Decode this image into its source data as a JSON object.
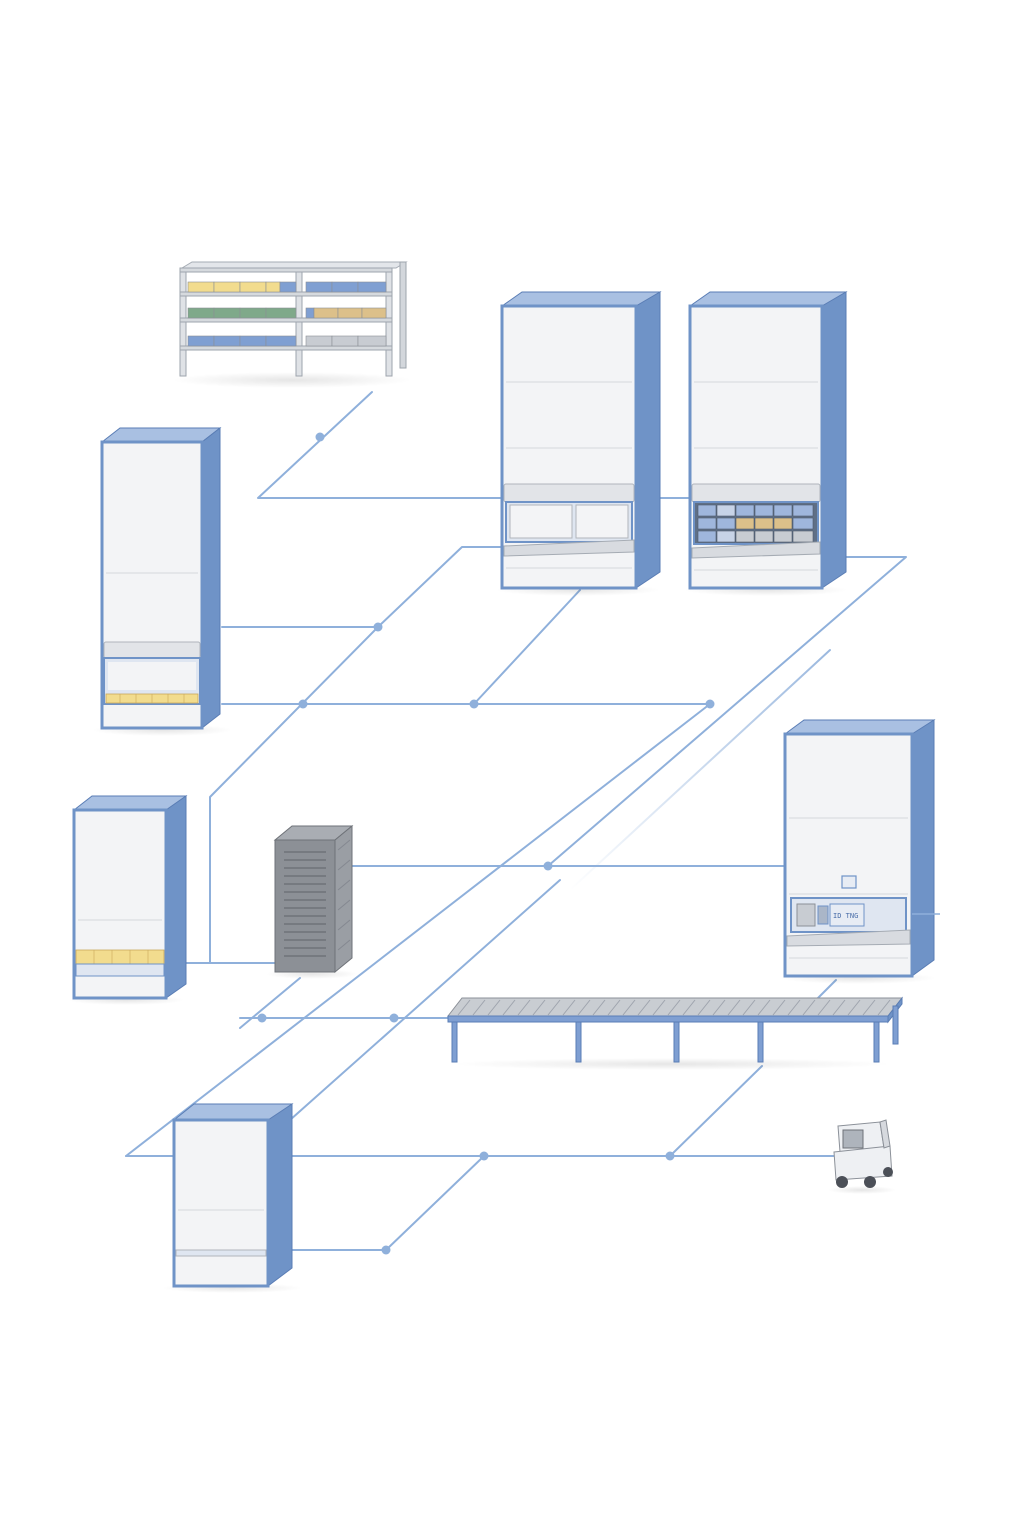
{
  "diagram": {
    "background": "#ffffff",
    "colors": {
      "accent": "#6f93c7",
      "accent_dark": "#5a7db5",
      "accent_top": "#a9c0e2",
      "cabinet_face": "#f3f4f6",
      "connector": "#8fb0db",
      "node": "#8fb0db",
      "server": "#8c9096",
      "conveyor": "#b9bdc3",
      "bin_yellow": "#f2dc8e",
      "bin_tan": "#dcc08a",
      "bin_green": "#7fa98a",
      "bin_blue": "#7f9fd2",
      "bin_gray": "#c8ccd2"
    },
    "components": [
      {
        "id": "shelving-rack",
        "kind": "static-shelving",
        "icon": "shelving-icon"
      },
      {
        "id": "vertical-lift-left",
        "kind": "vertical-lift-module",
        "icon": "storage-cabinet-icon"
      },
      {
        "id": "vertical-lift-center",
        "kind": "vertical-lift-module",
        "icon": "storage-cabinet-icon"
      },
      {
        "id": "vertical-lift-right",
        "kind": "vertical-lift-module",
        "icon": "storage-cabinet-icon"
      },
      {
        "id": "small-vertical-lift",
        "kind": "vertical-lift-module",
        "icon": "storage-cabinet-icon"
      },
      {
        "id": "carousel-right",
        "kind": "vertical-carousel",
        "icon": "storage-cabinet-icon"
      },
      {
        "id": "server-rack",
        "kind": "server",
        "icon": "server-icon"
      },
      {
        "id": "roller-conveyor",
        "kind": "conveyor",
        "icon": "conveyor-icon"
      },
      {
        "id": "mobile-robot",
        "kind": "autonomous-mobile-robot",
        "icon": "robot-icon"
      },
      {
        "id": "bottom-cabinet",
        "kind": "vertical-lift-module",
        "icon": "storage-cabinet-icon"
      }
    ],
    "screen_text": "ID TNG"
  }
}
